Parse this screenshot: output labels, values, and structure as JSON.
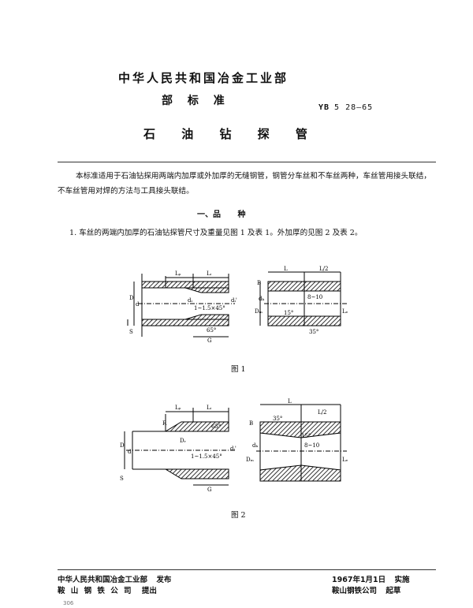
{
  "header": {
    "ministry": "中华人民共和国冶金工业部",
    "standard_label": "部 标 准",
    "code_prefix": "YB",
    "code": "5 28—65",
    "title": "石 油 钻 探 管"
  },
  "body": {
    "intro": "本标准适用于石油钻探用两端内加厚或外加厚的无缝钢管，钢管分车丝和不车丝两种，车丝管用接头联结，不车丝管用对焊的方法与工具接头联结。",
    "section_title": "一、品 种",
    "clause_1": "1. 车丝的两端内加厚的石油钻探管尺寸及重量见图 1 及表 1。外加厚的见图 2 及表 2。"
  },
  "figure1": {
    "caption": "图 1",
    "labels": {
      "Lp": "Lₚ",
      "Li": "Lᵢ",
      "d": "d",
      "D": "D",
      "S": "S",
      "di": "dᵢ",
      "di2": "dᵢ'",
      "chamfer": "1~1.5×45°",
      "angle65": "65°",
      "G": "G",
      "L": "L",
      "half": "L/2",
      "B": "B",
      "dk": "dₖ",
      "Dm": "Dₘ",
      "range": "8~10",
      "angle15": "15°",
      "angle35": "35°",
      "Le": "Lₑ"
    }
  },
  "figure2": {
    "caption": "图 2",
    "labels": {
      "Lp": "Lₚ",
      "Li": "Lᵢ",
      "R": "R",
      "Dr": "Dᵣ",
      "d": "d",
      "D": "D",
      "S": "S",
      "di": "dᵢ'",
      "chamfer": "1~1.5×45°",
      "angle65": "65°",
      "G": "G",
      "L": "L",
      "half": "L/2",
      "B": "B",
      "dk": "dₖ",
      "Dm": "Dₘ",
      "range": "8~10",
      "angle15": "15°",
      "angle35": "35°",
      "Le": "Lₑ"
    }
  },
  "footer": {
    "left_line1_org": "中华人民共和国冶金工业部",
    "left_line1_action": "发布",
    "left_line2_org": "鞍 山 钢 铁 公 司",
    "left_line2_action": "提出",
    "right_line1_date": "1967年1月1日",
    "right_line1_action": "实施",
    "right_line2_org": "鞍山钢铁公司",
    "right_line2_action": "起草",
    "page_number": "306"
  }
}
